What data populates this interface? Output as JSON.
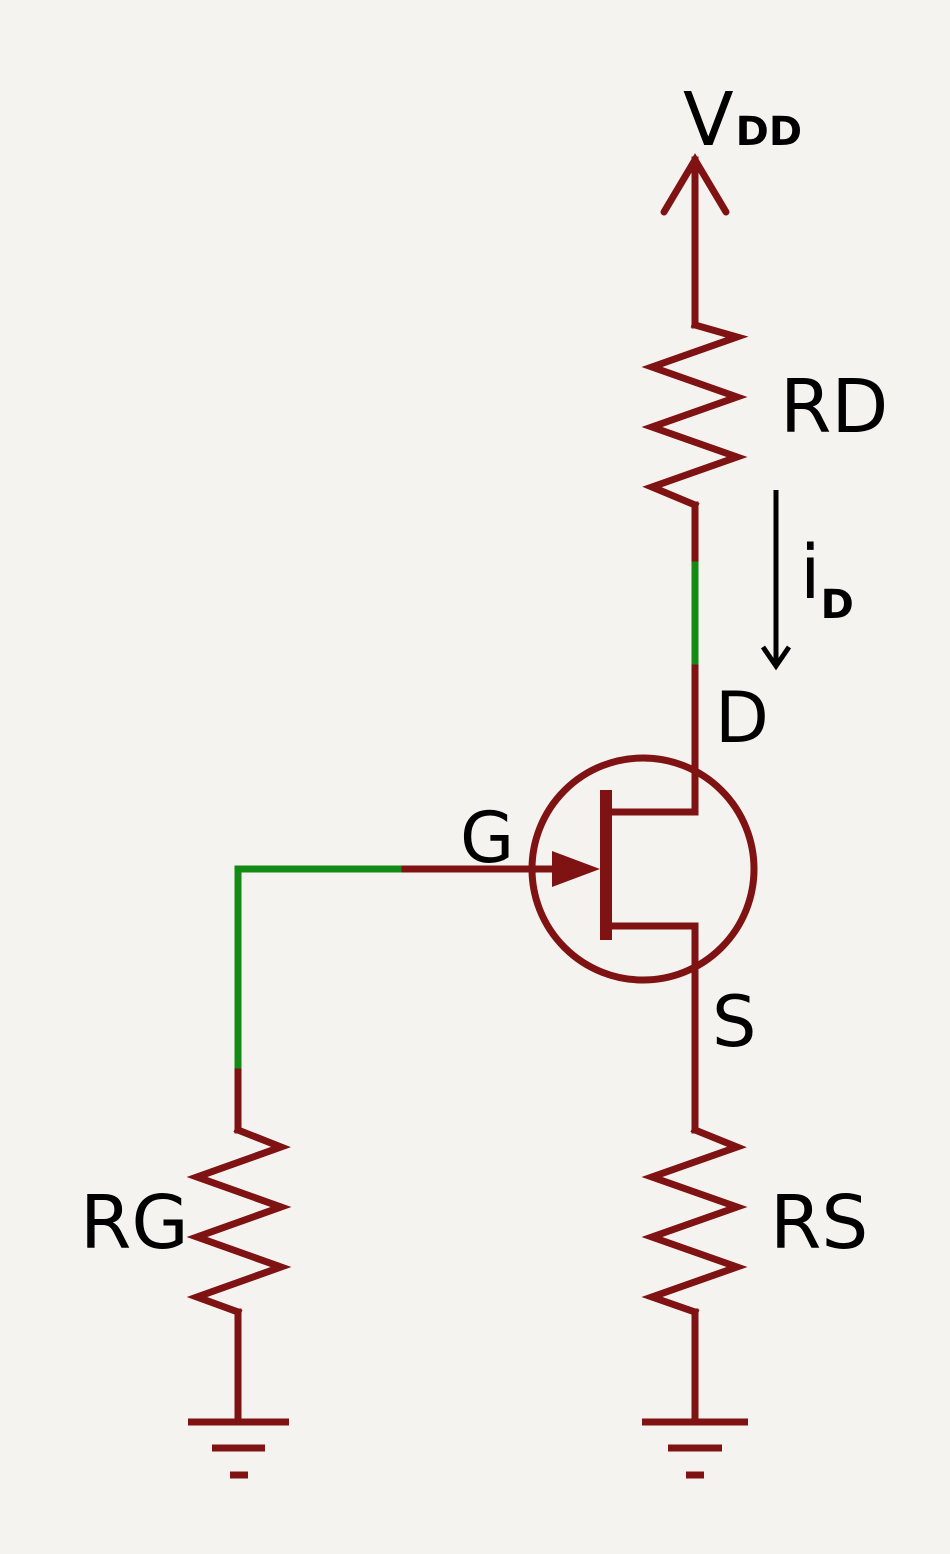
{
  "colors": {
    "background": "#f5f3ef",
    "wire": "#7f1212",
    "net": "#138a13",
    "text": "#000000"
  },
  "supply": {
    "main": "V",
    "sub": "DD"
  },
  "resistors": {
    "drain": "RD",
    "gate": "RG",
    "source": "RS"
  },
  "current": {
    "main": "i",
    "sub": "D"
  },
  "pins": {
    "drain": "D",
    "gate": "G",
    "source": "S"
  }
}
